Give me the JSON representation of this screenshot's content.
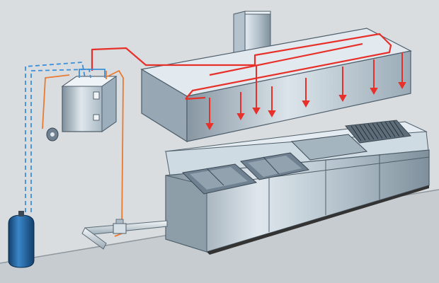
{
  "diagram": {
    "components": [
      {
        "id": "exhaust-duct",
        "icon": "duct-icon"
      },
      {
        "id": "exhaust-hood",
        "icon": "hood-icon"
      },
      {
        "id": "control-panel",
        "icon": "control-box-icon"
      },
      {
        "id": "pull-station",
        "icon": "manual-release-icon"
      },
      {
        "id": "agent-cylinder",
        "icon": "cylinder-icon"
      },
      {
        "id": "gas-line",
        "icon": "pipe-icon"
      },
      {
        "id": "gas-shutoff-valve",
        "icon": "valve-icon"
      },
      {
        "id": "deep-fat-fryers",
        "icon": "fryer-icon"
      },
      {
        "id": "griddle",
        "icon": "griddle-icon"
      },
      {
        "id": "charbroiler",
        "icon": "grill-icon"
      }
    ],
    "line_colors": {
      "agent_distribution": "#e8302a",
      "detection_line": "#e87a32",
      "actuation_line": "#3d8fd6",
      "wall": "#d8dcdf",
      "floor": "#c9cdd1",
      "steel_light": "#e3ebf1",
      "steel_mid": "#a9b8c3",
      "steel_dark": "#6f8190",
      "cylinder": "#1f5f9e"
    },
    "nozzle_count": 8
  }
}
